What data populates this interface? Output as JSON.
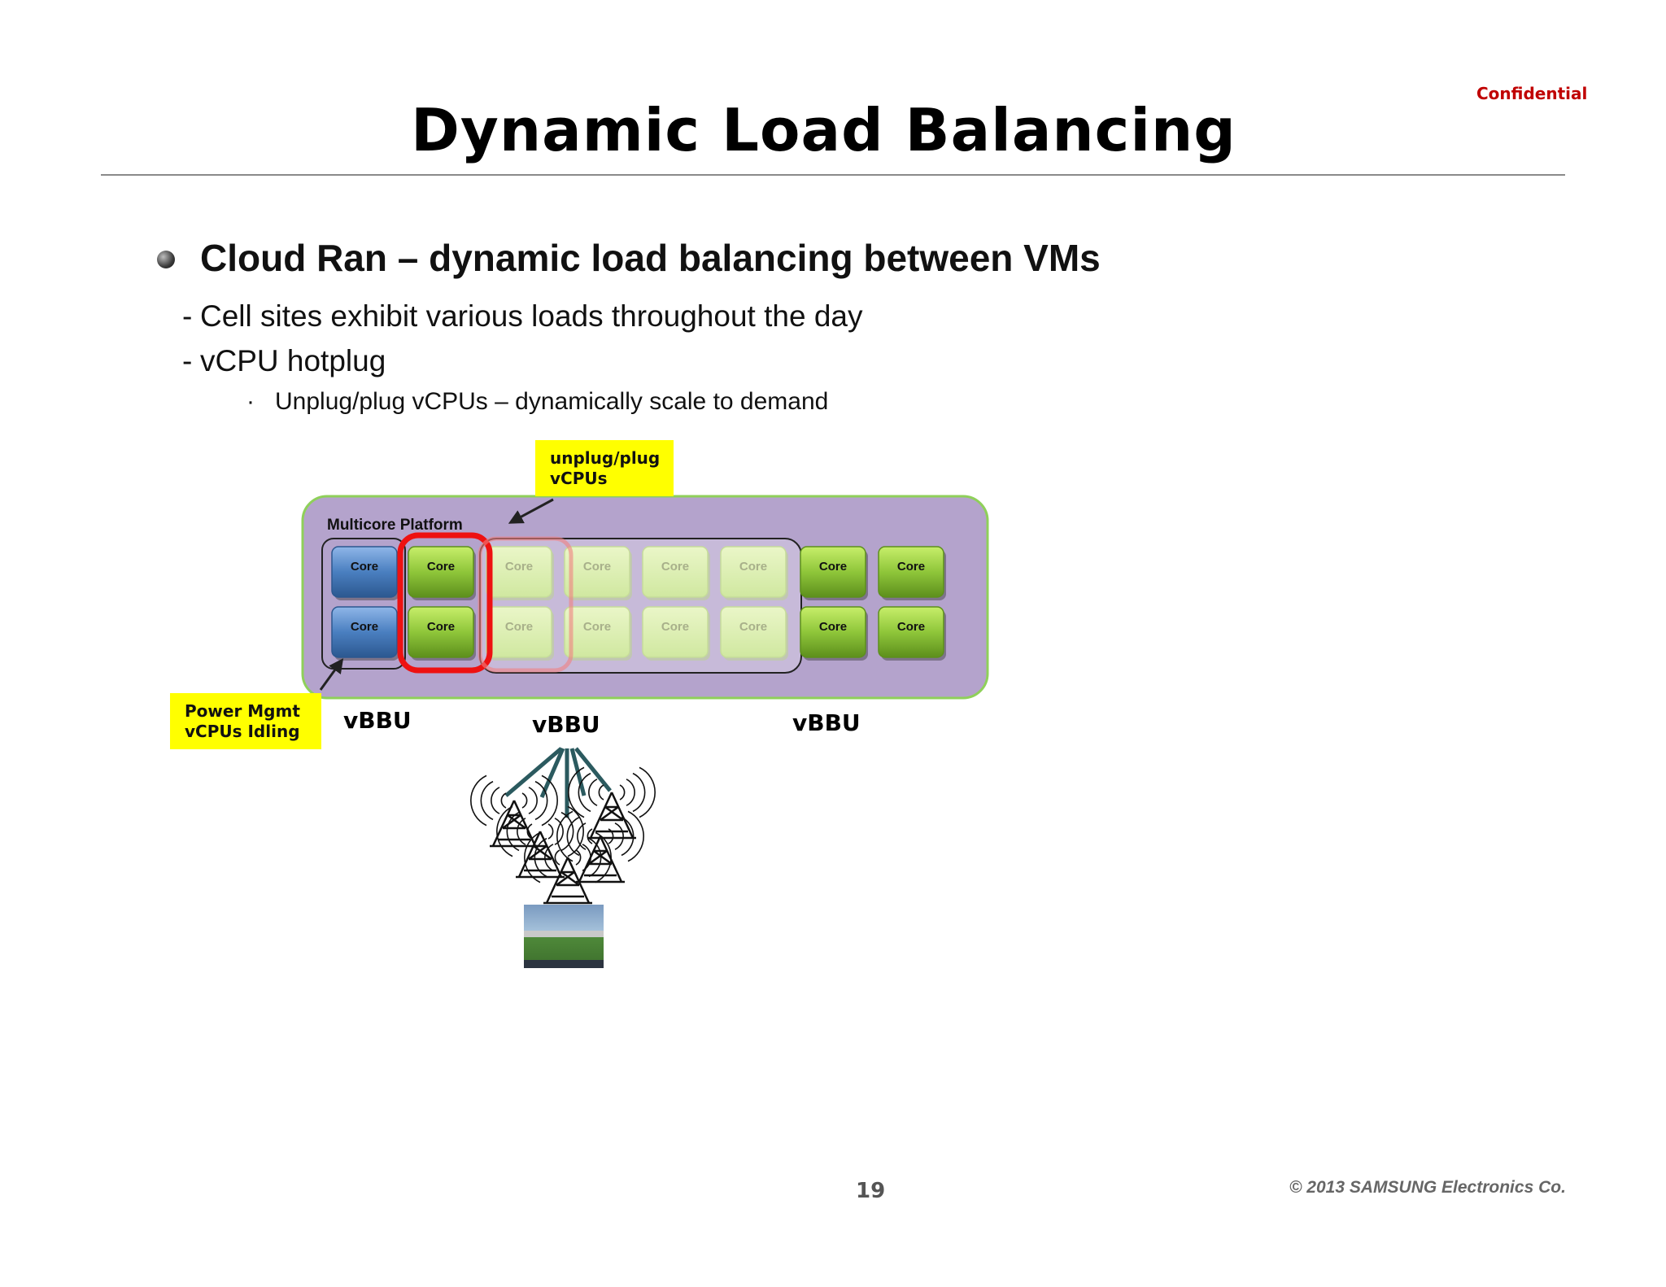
{
  "header": {
    "confidential_label": "Confidential",
    "title": "Dynamic Load Balancing"
  },
  "content": {
    "heading": "Cloud Ran – dynamic load balancing between VMs",
    "sub_items": [
      "Cell sites exhibit various loads throughout the day",
      "vCPU hotplug"
    ],
    "sub_sub_item": "Unplug/plug vCPUs – dynamically scale to demand"
  },
  "diagram": {
    "platform_label": "Multicore Platform",
    "core_label": "Core",
    "callout_unplug": [
      "unplug/plug",
      "vCPUs"
    ],
    "callout_power": [
      "Power Mgmt",
      "vCPUs Idling"
    ],
    "vbbu_labels": [
      "vBBU",
      "vBBU",
      "vBBU"
    ],
    "cores": [
      {
        "row": 1,
        "col": 1,
        "state": "blue"
      },
      {
        "row": 1,
        "col": 2,
        "state": "green"
      },
      {
        "row": 1,
        "col": 3,
        "state": "faded"
      },
      {
        "row": 1,
        "col": 4,
        "state": "faded"
      },
      {
        "row": 1,
        "col": 5,
        "state": "faded"
      },
      {
        "row": 1,
        "col": 6,
        "state": "faded"
      },
      {
        "row": 1,
        "col": 7,
        "state": "green"
      },
      {
        "row": 1,
        "col": 8,
        "state": "green"
      },
      {
        "row": 2,
        "col": 1,
        "state": "blue"
      },
      {
        "row": 2,
        "col": 2,
        "state": "green"
      },
      {
        "row": 2,
        "col": 3,
        "state": "faded"
      },
      {
        "row": 2,
        "col": 4,
        "state": "faded"
      },
      {
        "row": 2,
        "col": 5,
        "state": "faded"
      },
      {
        "row": 2,
        "col": 6,
        "state": "faded"
      },
      {
        "row": 2,
        "col": 7,
        "state": "green"
      },
      {
        "row": 2,
        "col": 8,
        "state": "green"
      }
    ],
    "colors": {
      "platform_fill": "#b4a3cc",
      "platform_border": "#8fd05a",
      "core_green": "#8fc63a",
      "core_blue": "#4a7fc0",
      "highlight_red": "#ee1111",
      "callout_yellow": "#ffff00"
    }
  },
  "footer": {
    "page_number": "19",
    "copyright": "© 2013 SAMSUNG Electronics Co."
  }
}
